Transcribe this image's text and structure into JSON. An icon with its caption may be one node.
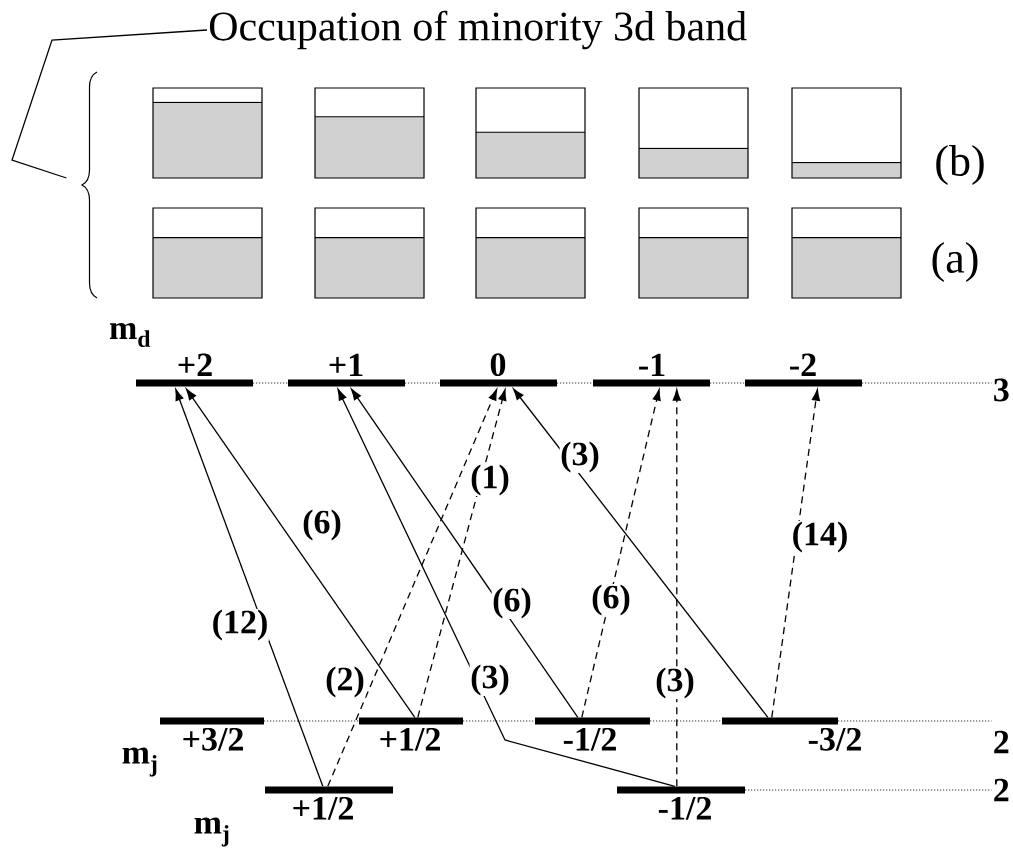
{
  "diagram": {
    "title": "Occupation of minority 3d band",
    "nodes": [
      {
        "text": [],
        "shape": "brace"
      },
      {
        "text": [],
        "shape": "box"
      },
      {
        "text": [],
        "shape": "box"
      },
      {
        "text": [],
        "shape": "box"
      },
      {
        "text": [],
        "shape": "box"
      },
      {
        "text": [],
        "shape": "box"
      },
      {
        "text": [],
        "shape": "box"
      },
      {
        "text": [],
        "shape": "box"
      },
      {
        "text": [],
        "shape": "box"
      },
      {
        "text": [],
        "shape": "box"
      },
      {
        "text": [],
        "shape": "box"
      },
      {
        "text": [
          "+2"
        ]
      },
      {
        "text": [
          "+1"
        ]
      },
      {
        "text": [
          "0"
        ]
      },
      {
        "text": [
          "-1"
        ]
      },
      {
        "text": [
          "-2"
        ]
      },
      {
        "text": [
          "+3/2"
        ]
      },
      {
        "text": [
          "+1/2"
        ]
      },
      {
        "text": [
          "-1/2"
        ]
      },
      {
        "text": [
          "-3/2"
        ]
      },
      {
        "text": [
          "+1/2"
        ]
      },
      {
        "text": [
          "-1/2"
        ]
      },
      {
        "text": [
          "3"
        ]
      },
      {
        "text": [
          "2"
        ]
      },
      {
        "text": [
          "2"
        ]
      }
    ],
    "edges": [
      {
        "from": null,
        "to": 0,
        "arrow": "none"
      },
      {
        "from": 20,
        "to": 11,
        "arrow": "to",
        "label": "(12)"
      },
      {
        "from": 17,
        "to": 11,
        "arrow": "to",
        "label": "(6)"
      },
      {
        "from": 20,
        "to": 13,
        "arrow": "to",
        "label": "(2)",
        "style": "dashed"
      },
      {
        "from": 17,
        "to": 13,
        "arrow": "to",
        "label": "(1)",
        "style": "dashed"
      },
      {
        "from": 21,
        "to": 12,
        "arrow": "to",
        "label": "(3)"
      },
      {
        "from": 18,
        "to": 12,
        "arrow": "to",
        "label": "(6)"
      },
      {
        "from": 18,
        "to": 14,
        "arrow": "to",
        "label": "(6)",
        "style": "dashed"
      },
      {
        "from": 21,
        "to": 14,
        "arrow": "to",
        "label": "(3)",
        "style": "dashed"
      },
      {
        "from": 19,
        "to": 13,
        "arrow": "to",
        "label": "(3)"
      },
      {
        "from": 19,
        "to": 15,
        "arrow": "to",
        "label": "(14)",
        "style": "dashed"
      },
      {
        "from": 11,
        "to": 12,
        "arrow": "none",
        "style": "dashed"
      },
      {
        "from": 12,
        "to": 13,
        "arrow": "none",
        "style": "dashed"
      },
      {
        "from": 13,
        "to": 14,
        "arrow": "none",
        "style": "dashed"
      },
      {
        "from": 14,
        "to": 15,
        "arrow": "none",
        "style": "dashed"
      },
      {
        "from": 16,
        "to": 17,
        "arrow": "none",
        "style": "dashed"
      },
      {
        "from": 17,
        "to": 18,
        "arrow": "none",
        "style": "dashed"
      },
      {
        "from": 18,
        "to": 19,
        "arrow": "none",
        "style": "dashed"
      },
      {
        "from": 15,
        "to": 22,
        "arrow": "none",
        "style": "dashed"
      },
      {
        "from": 19,
        "to": 23,
        "arrow": "none",
        "style": "dashed"
      },
      {
        "from": 21,
        "to": 24,
        "arrow": "none",
        "style": "dashed"
      }
    ],
    "labels": [
      "(b)",
      "(a)",
      "m$_{d}$",
      "m$_{j}$",
      "m$_{j}$"
    ]
  }
}
